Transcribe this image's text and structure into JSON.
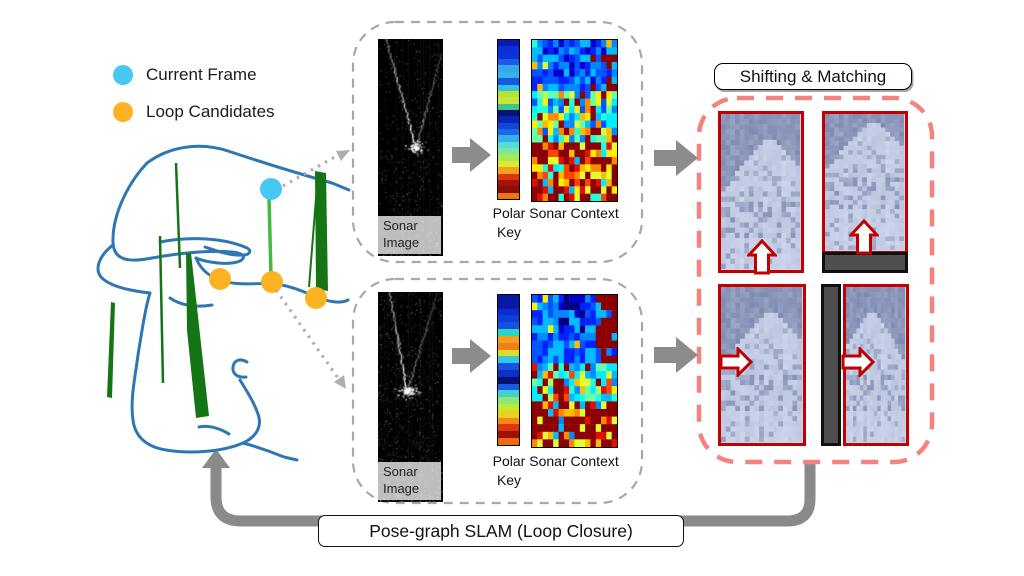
{
  "legend": {
    "current_frame": "Current Frame",
    "loop_candidates": "Loop Candidates",
    "current_color": "#45c8f1",
    "candidate_color": "#fcb322"
  },
  "trajectory": {
    "path_color": "#2e77b4",
    "edge_color_dark": "#157515",
    "edge_color_light": "#44b944"
  },
  "pipeline_top": {
    "sonar_image_label": "Sonar Image",
    "polar_key_label": "Polar Key",
    "sonar_context_label": "Sonar Context",
    "polar_key_colors": [
      "#0a1cae",
      "#0a2fd8",
      "#0c31da",
      "#1a5ce8",
      "#38a4ec",
      "#2fb6e6",
      "#1a57e0",
      "#30c2e8",
      "#b6e233",
      "#c6e63c",
      "#3fc48c",
      "#071273",
      "#0a25b5",
      "#1148d8",
      "#1d68e8",
      "#36b0ea",
      "#56dcd6",
      "#79e89c",
      "#a8e958",
      "#dce832",
      "#f2a21f",
      "#df3410",
      "#a21308",
      "#8f0d08",
      "#ee7416"
    ]
  },
  "pipeline_bottom": {
    "sonar_image_label": "Sonar Image",
    "polar_key_label": "Polar Key",
    "sonar_context_label": "Sonar Context",
    "polar_key_colors": [
      "#0a17a2",
      "#0a18a6",
      "#0c2cd0",
      "#0e3eda",
      "#1152e2",
      "#2dd6c4",
      "#f59d1c",
      "#f07f16",
      "#d8df2e",
      "#36c6e2",
      "#1a51e0",
      "#0c31c6",
      "#071077",
      "#1a5ae4",
      "#41d0cc",
      "#8ce876",
      "#c2e836",
      "#eecf1e",
      "#f0881a",
      "#df3610",
      "#9c1108",
      "#ee6a12"
    ]
  },
  "matching": {
    "title": "Shifting & Matching",
    "box_color": "#f4837f",
    "panel_border_color": "#c20000",
    "arrow_color": "#c00000",
    "bar_fill": "#4f4f4f"
  },
  "slam": {
    "label": "Pose-graph SLAM (Loop Closure)",
    "loop_arrow_color": "#8a8a8a"
  },
  "misc_colors": {
    "block_arrow": "#8c8c8c",
    "dashed_box": "#a8a8a8",
    "dotted_connector": "#aeaeae"
  },
  "render": {
    "jet": [
      "#000080",
      "#0000cd",
      "#0022ff",
      "#0055ff",
      "#0088ff",
      "#00bbff",
      "#00eeff",
      "#22ffdd",
      "#66ffaa",
      "#aaff66",
      "#e0ff30",
      "#ffee00",
      "#ffbb00",
      "#ff8800",
      "#ff4400",
      "#e01000",
      "#8b0000"
    ],
    "context_top": {
      "type": "context",
      "profile": "A",
      "cols": 16,
      "rows": 22,
      "seed": 7
    },
    "context_bottom": {
      "type": "context",
      "profile": "B",
      "cols": 16,
      "rows": 20,
      "seed": 13
    },
    "match": {
      "light": "#cdd6ec",
      "dark": "#7f8bb0",
      "cols": 20,
      "rows": 33,
      "seed": 5
    },
    "match_views": {
      "m1": {
        "rowOff": 0,
        "colOff": 0
      },
      "m2": {
        "rowOff": 3,
        "colOff": 0
      },
      "m3": {
        "rowOff": 0,
        "colOff": 0
      },
      "m4": {
        "rowOff": 0,
        "colOff": 3
      }
    },
    "sonar_top": {
      "type": "sonar",
      "seed": 11,
      "vtx": [
        0.58,
        0.5
      ],
      "armL": [
        0.1,
        -0.02
      ],
      "armR": [
        0.97,
        0.06
      ],
      "blob": 1.0,
      "speckles": 700
    },
    "sonar_bottom": {
      "type": "sonar",
      "seed": 23,
      "vtx": [
        0.44,
        0.47
      ],
      "armL": [
        0.16,
        -0.02
      ],
      "armR": [
        0.9,
        0.0
      ],
      "blob": 1.5,
      "speckles": 1000
    }
  }
}
